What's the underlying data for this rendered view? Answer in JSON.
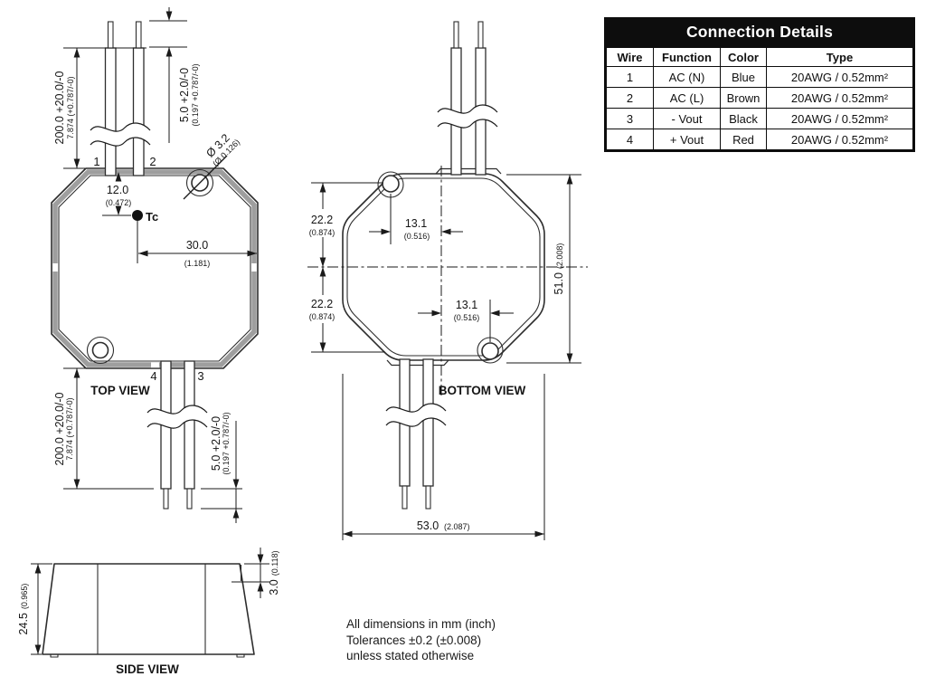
{
  "top_view": {
    "label": "TOP VIEW",
    "wire_1": "1",
    "wire_2": "2",
    "wire_3": "3",
    "wire_4": "4",
    "tc": "Tc",
    "lead_mm": "200.0 +20.0/-0",
    "lead_in": "7.874 (+0.787/-0)",
    "strip_mm": "5.0 +2.0/-0",
    "strip_in": "(0.197 +0.787/-0)",
    "hole_mm": "Ø 3.2",
    "hole_in": "(Ø 0.126)",
    "tc_y_mm": "12.0",
    "tc_y_in": "(0.472)",
    "tc_x_mm": "30.0",
    "tc_x_in": "(1.181)"
  },
  "bottom_view": {
    "label": "BOTTOM VIEW",
    "hole_y_mm": "22.2",
    "hole_y_in": "(0.874)",
    "hole_x_mm": "13.1",
    "hole_x_in": "(0.516)",
    "height_mm": "51.0",
    "height_in": "(2.008)",
    "width_mm": "53.0",
    "width_in": "(2.087)"
  },
  "side_view": {
    "label": "SIDE VIEW",
    "height_mm": "24.5",
    "height_in": "(0.965)",
    "lip_mm": "3.0",
    "lip_in": "(0.118)"
  },
  "table": {
    "title": "Connection Details",
    "headers": [
      "Wire",
      "Function",
      "Color",
      "Type"
    ],
    "rows": [
      [
        "1",
        "AC (N)",
        "Blue",
        "20AWG / 0.52mm²"
      ],
      [
        "2",
        "AC (L)",
        "Brown",
        "20AWG / 0.52mm²"
      ],
      [
        "3",
        "- Vout",
        "Black",
        "20AWG / 0.52mm²"
      ],
      [
        "4",
        "+ Vout",
        "Red",
        "20AWG / 0.52mm²"
      ]
    ]
  },
  "notes": {
    "line1": "All dimensions in mm (inch)",
    "line2": "Tolerances ±0.2 (±0.008)",
    "line3": "unless stated otherwise"
  },
  "colors": {
    "line": "#2d2d2d",
    "band": "#9e9e9e",
    "table_border": "#0d0d0d",
    "table_header_bg": "#0d0d0d",
    "table_header_fg": "#ffffff",
    "background": "#ffffff"
  }
}
